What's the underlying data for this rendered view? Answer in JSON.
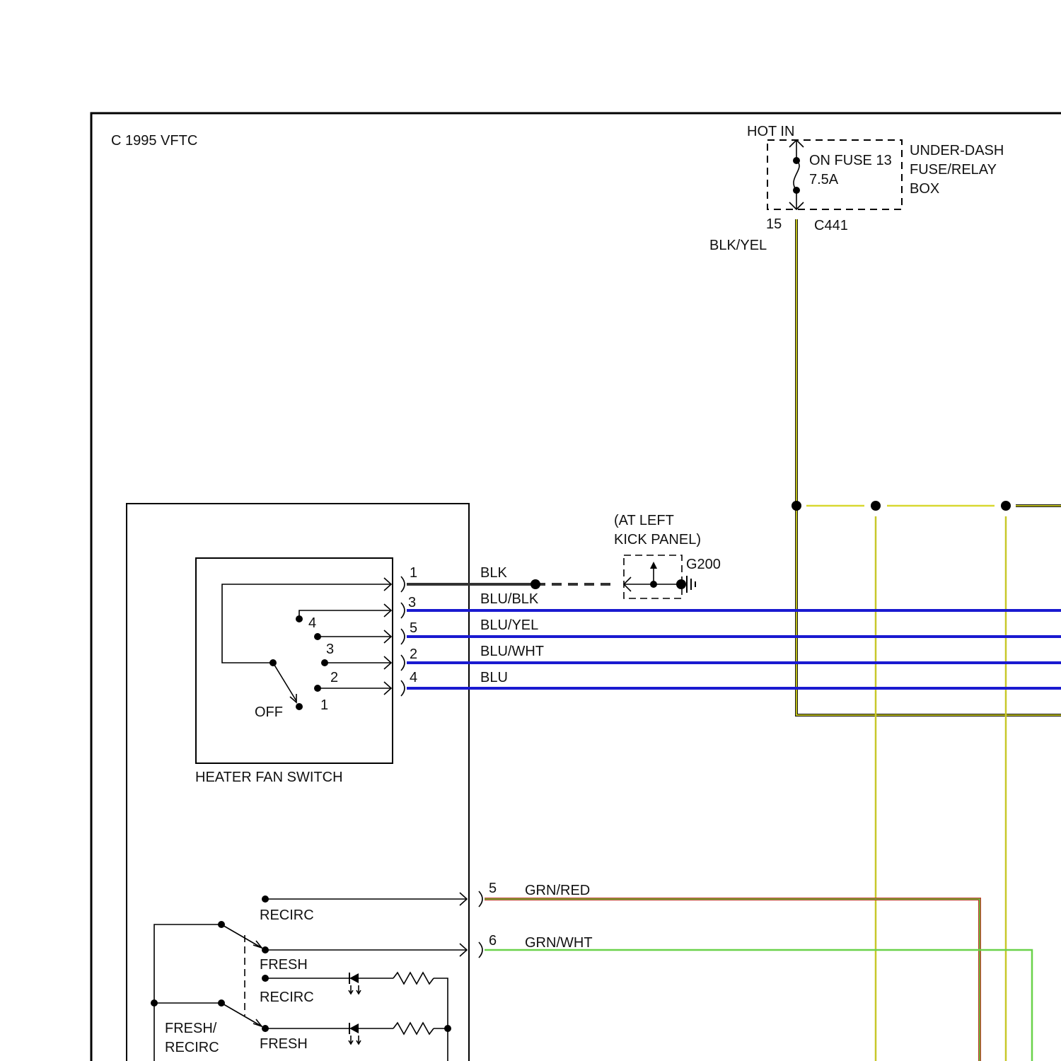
{
  "copyright": "C  1995 VFTC",
  "fuse_box": {
    "hot_label": "HOT IN",
    "fuse_line1": "ON FUSE 13",
    "fuse_line2": "7.5A",
    "box_line1": "UNDER-DASH",
    "box_line2": "FUSE/RELAY",
    "box_line3": "BOX",
    "pin": "15",
    "connector": "C441",
    "wire": "BLK/YEL"
  },
  "ground": {
    "location_line1": "(AT LEFT",
    "location_line2": "KICK PANEL)",
    "id": "G200"
  },
  "heater_fan_switch": {
    "label": "HEATER FAN SWITCH",
    "positions": [
      "4",
      "3",
      "2",
      "1",
      "OFF"
    ],
    "wires": [
      {
        "pin": "1",
        "color": "BLK"
      },
      {
        "pin": "3",
        "color": "BLU/BLK"
      },
      {
        "pin": "5",
        "color": "BLU/YEL"
      },
      {
        "pin": "2",
        "color": "BLU/WHT"
      },
      {
        "pin": "4",
        "color": "BLU"
      }
    ]
  },
  "fresh_recirc_switch": {
    "contact_labels": [
      "RECIRC",
      "FRESH",
      "RECIRC",
      "FRESH"
    ],
    "label_line1": "FRESH/",
    "label_line2": "RECIRC",
    "wires": [
      {
        "pin": "5",
        "color": "GRN/RED"
      },
      {
        "pin": "6",
        "color": "GRN/WHT"
      }
    ]
  },
  "colors": {
    "blk_yel_outer": "#1a1a1a",
    "blk_yel_inner": "#e5e51a",
    "blu": "#1a1ad0",
    "grn_red_outer": "#c0392b",
    "grn_red_inner": "#5cc93a",
    "grn_wht": "#6ad24a",
    "blk": "#333333"
  }
}
